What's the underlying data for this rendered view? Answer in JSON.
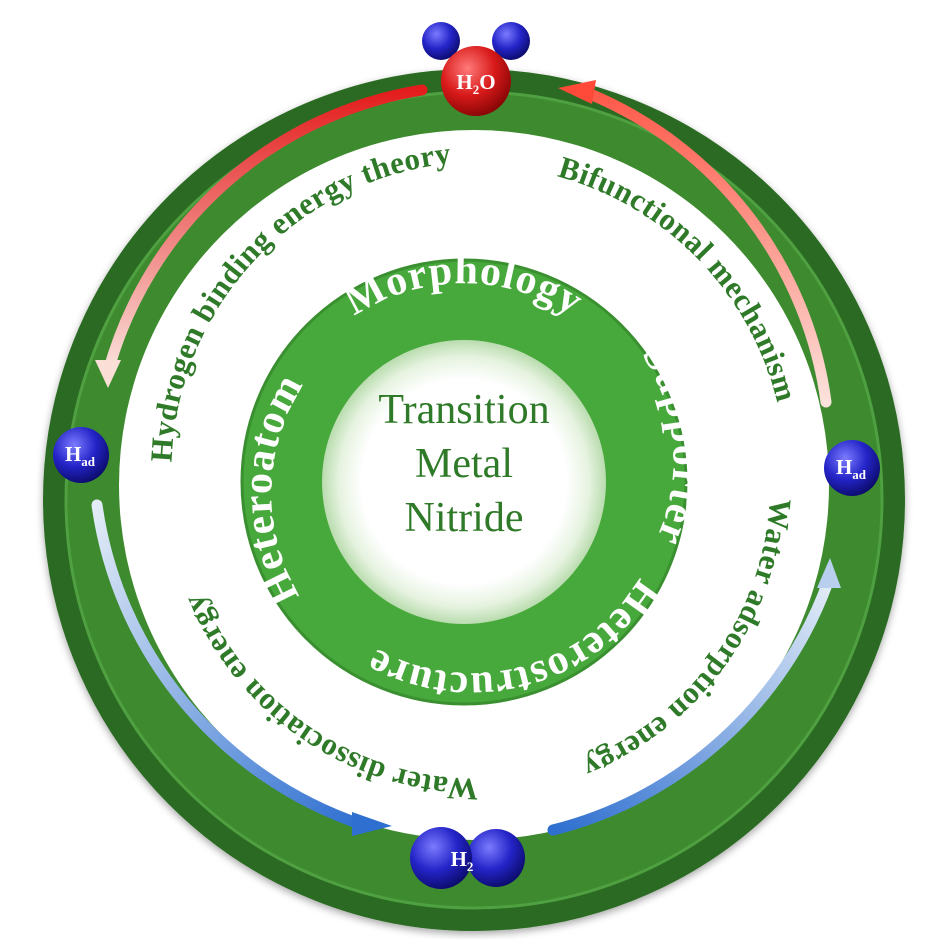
{
  "center": {
    "line1": "Transition",
    "line2": "Metal",
    "line3": "Nitride"
  },
  "middle_ring": {
    "top": "Morphology",
    "right": "Supporter",
    "bottom": "Heterostructure",
    "left": "Heteroatom"
  },
  "outer_ring": {
    "top_left": "Hydrogen binding energy theory",
    "top_right": "Bifunctional mechanism",
    "bottom_right": "Water adsorption energy",
    "bottom_left": "Water dissociation energy"
  },
  "molecules": {
    "water": {
      "base": "H",
      "sub": "2",
      "tail": "O"
    },
    "h_left": {
      "base": "H",
      "sub": "ad"
    },
    "h_right": {
      "base": "H",
      "sub": "ad"
    },
    "h2": {
      "base": "H",
      "sub": "2"
    }
  },
  "colors": {
    "ring_green": "#3d8b2f",
    "ring_green_dark": "#2a6b20",
    "middle_green": "#47a83b",
    "text_green": "#2f7a28",
    "red_molecule": "#d91a1a",
    "blue_molecule": "#2424c8",
    "arrow_red": "#e31c1c",
    "arrow_blue": "#2e6fd0"
  }
}
